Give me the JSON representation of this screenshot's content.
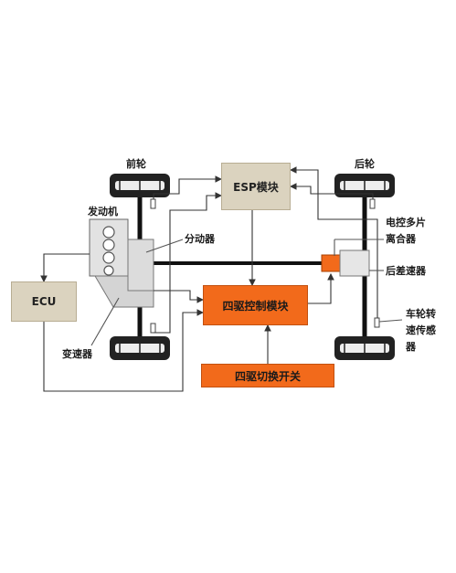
{
  "labels": {
    "front_wheel": "前轮",
    "rear_wheel": "后轮",
    "engine": "发动机",
    "transfer_case": "分动器",
    "transmission": "变速器",
    "clutch_line1": "电控多片",
    "clutch_line2": "离合器",
    "rear_diff": "后差速器",
    "sensor_line1": "车轮转",
    "sensor_line2": "速传感",
    "sensor_line3": "器"
  },
  "boxes": {
    "esp": "ESP模块",
    "ecu": "ECU",
    "awd_control": "四驱控制模块",
    "awd_switch": "四驱切换开关"
  },
  "colors": {
    "esp_fill": "#dbd3bf",
    "ecu_fill": "#dbd3bf",
    "control_fill": "#f26a1b",
    "clutch_fill": "#f26a1b",
    "line": "#333333",
    "shaft": "#111111",
    "tire": "#222222"
  }
}
